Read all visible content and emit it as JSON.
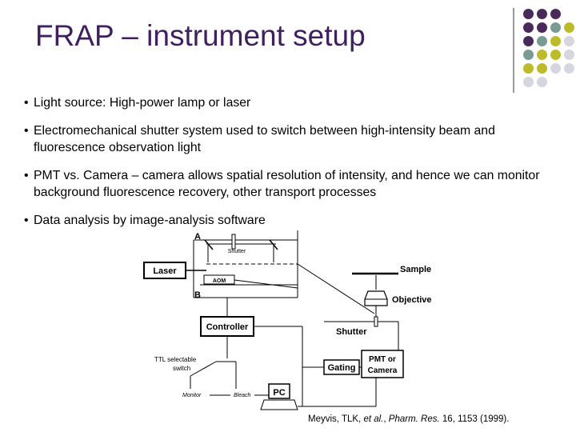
{
  "slide": {
    "title": "FRAP – instrument setup",
    "bullets": [
      "Light source: High-power lamp or laser",
      "Electromechanical shutter system used to switch between high-intensity beam and fluorescence observation light",
      "PMT vs. Camera – camera allows spatial resolution of intensity, and hence we can monitor background fluorescence recovery, other transport processes",
      "Data analysis by image-analysis software"
    ],
    "bullet_marker": "•"
  },
  "decoration": {
    "dot_colors": {
      "purple": "#4a2a5a",
      "teal": "#7a9a94",
      "olive": "#bcbc2a",
      "light_gray": "#d6d6e0"
    }
  },
  "diagram": {
    "labels": {
      "a": "A",
      "b": "B",
      "shutter_top": "Shutter",
      "laser": "Laser",
      "aom": "AOM",
      "sample": "Sample",
      "objective": "Objective",
      "controller": "Controller",
      "shutter": "Shutter",
      "ttl_line1": "TTL selectable",
      "ttl_line2": "switch",
      "pmt_line1": "PMT or",
      "pmt_line2": "Camera",
      "gating": "Gating",
      "monitor": "Monitor",
      "bleach": "Bleach",
      "pc": "PC"
    }
  },
  "citation": {
    "authors": "Meyvis, TLK, ",
    "etal": "et al.",
    "sep": ", ",
    "journal": "Pharm. Res.",
    "rest": " 16, 1153 (1999)."
  }
}
